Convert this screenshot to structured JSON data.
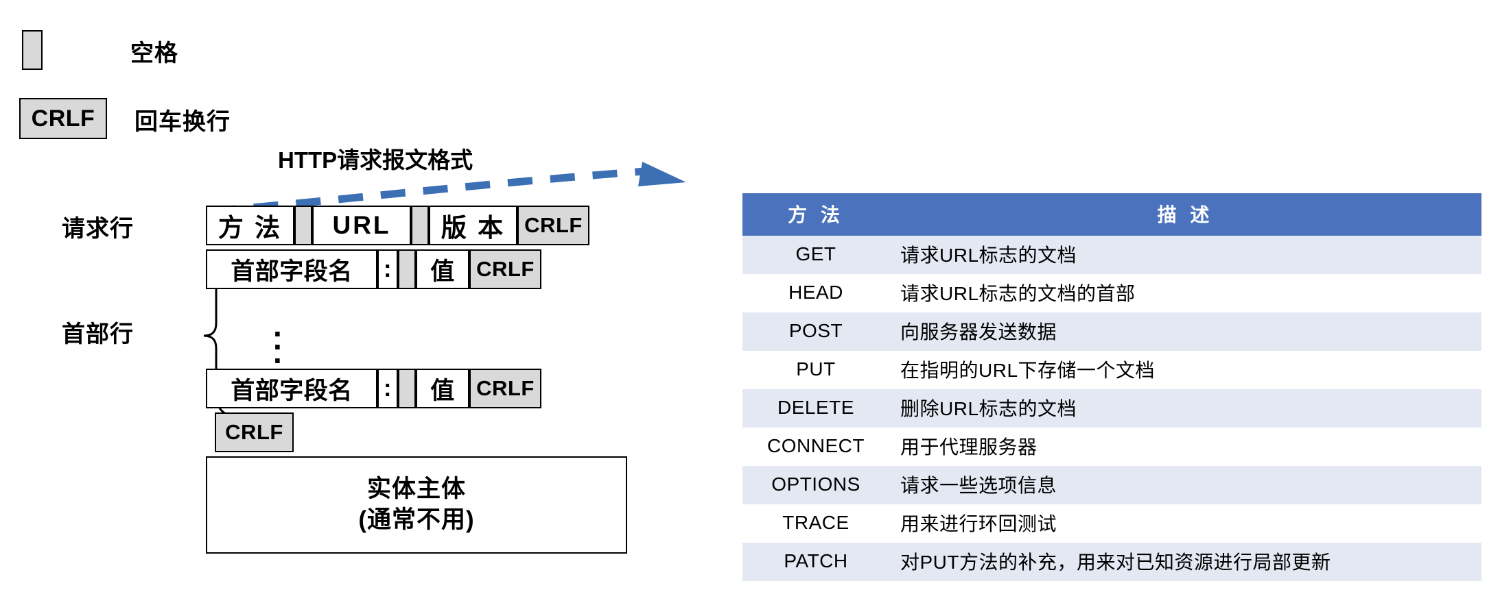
{
  "legend": {
    "space": {
      "swatch": "",
      "label": "空格"
    },
    "crlf": {
      "swatch": "CRLF",
      "label": "回车换行"
    }
  },
  "diagram": {
    "title": "HTTP请求报文格式",
    "labels": {
      "request_line": "请求行",
      "header_lines": "首部行"
    },
    "request_line": {
      "method": "方 法",
      "sp1": "",
      "url": "URL",
      "sp2": "",
      "version": "版 本",
      "crlf": "CRLF"
    },
    "header_line_1": {
      "field_name": "首部字段名",
      "colon": ":",
      "sp": "",
      "value": "值",
      "crlf": "CRLF"
    },
    "ellipsis": "⋮",
    "header_line_2": {
      "field_name": "首部字段名",
      "colon": ":",
      "sp": "",
      "value": "值",
      "crlf": "CRLF"
    },
    "blank_line": {
      "crlf": "CRLF"
    },
    "entity_body": {
      "line1": "实体主体",
      "line2": "(通常不用)"
    }
  },
  "methods_table": {
    "headers": [
      "方 法",
      "描 述"
    ],
    "rows": [
      {
        "method": "GET",
        "description": "请求URL标志的文档"
      },
      {
        "method": "HEAD",
        "description": "请求URL标志的文档的首部"
      },
      {
        "method": "POST",
        "description": "向服务器发送数据"
      },
      {
        "method": "PUT",
        "description": "在指明的URL下存储一个文档"
      },
      {
        "method": "DELETE",
        "description": "删除URL标志的文档"
      },
      {
        "method": "CONNECT",
        "description": "用于代理服务器"
      },
      {
        "method": "OPTIONS",
        "description": "请求一些选项信息"
      },
      {
        "method": "TRACE",
        "description": "用来进行环回测试"
      },
      {
        "method": "PATCH",
        "description": "对PUT方法的补充，用来对已知资源进行局部更新"
      }
    ]
  },
  "colors": {
    "header_blue": "#4a72bd",
    "row_alt": "#e3e8f3",
    "swatch_gray": "#d9d9d9",
    "arrow_blue": "#3d6fb4"
  }
}
